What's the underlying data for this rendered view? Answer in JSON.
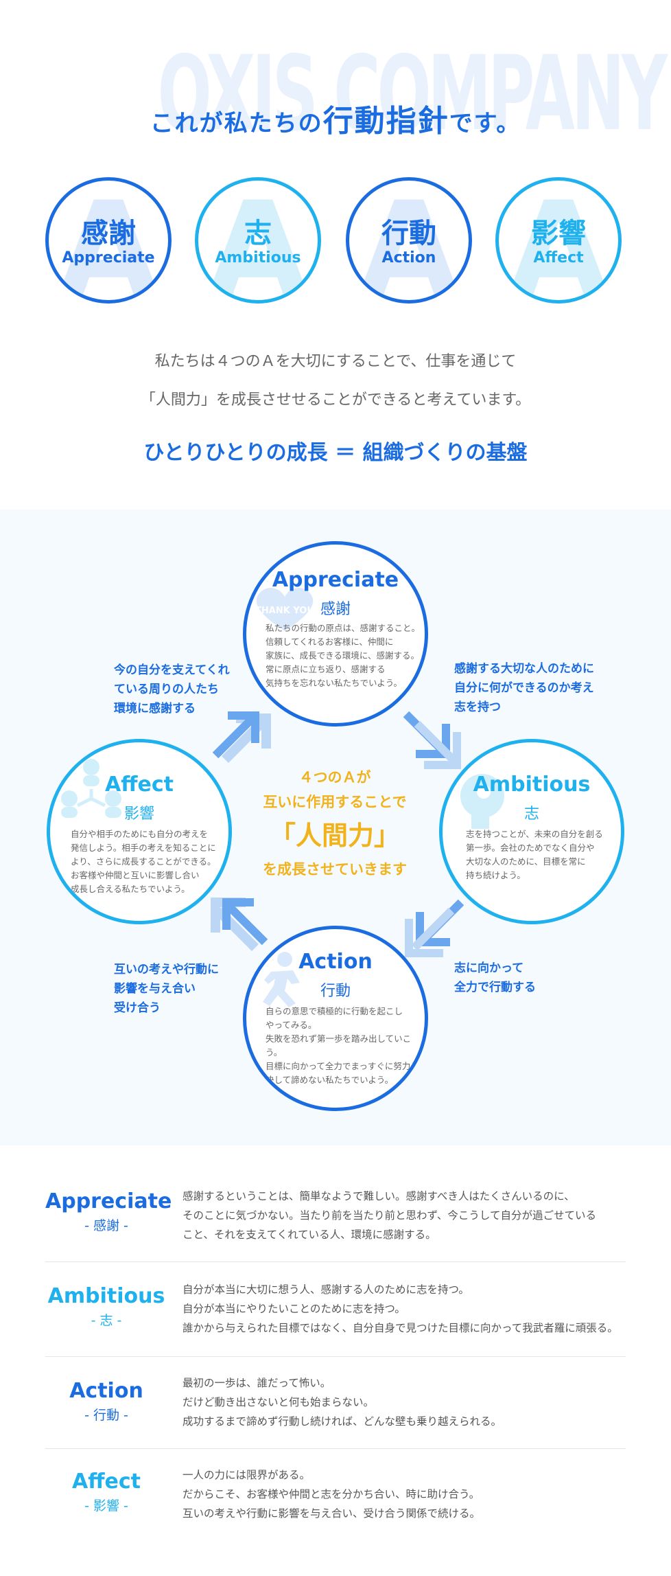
{
  "hero": {
    "bg_text": "OXIS COMPANY",
    "title_pre": "これが私たちの",
    "title_big": "行動指針",
    "title_post": "です。"
  },
  "circles": [
    {
      "ghost": "A",
      "kanji": "感謝",
      "eng": "Appreciate"
    },
    {
      "ghost": "A",
      "kanji": "志",
      "eng": "Ambitious"
    },
    {
      "ghost": "A",
      "kanji": "行動",
      "eng": "Action"
    },
    {
      "ghost": "A",
      "kanji": "影響",
      "eng": "Affect"
    }
  ],
  "intro": {
    "line1": "私たちは４つのＡを大切にすることで、仕事を通じて",
    "line2": "「人間力」を成長させせることができると考えています。",
    "motto": "ひとりひとりの成長 ＝ 組織づくりの基盤"
  },
  "cycle": {
    "appreciate": {
      "title": "Appreciate",
      "sub": "感謝",
      "icon_text": "THANK YOU",
      "body": "私たちの行動の原点は、感謝すること。\n信頼してくれるお客様に、仲間に\n家族に、成長できる環境に、感謝する。\n常に原点に立ち返り、感謝する\n気持ちを忘れない私たちでいよう。"
    },
    "ambitious": {
      "title": "Ambitious",
      "sub": "志",
      "body": "志を持つことが、未来の自分を創る\n第一歩。会社のためでなく自分や\n大切な人のために、目標を常に\n持ち続けよう。"
    },
    "action": {
      "title": "Action",
      "sub": "行動",
      "body": "自らの意思で積極的に行動を起こし\nやってみる。\n失敗を恐れず第一歩を踏み出していこう。\n目標に向かって全力でまっすぐに努力し\n決して諦めない私たちでいよう。"
    },
    "affect": {
      "title": "Affect",
      "sub": "影響",
      "body": "自分や相手のためにも自分の考えを\n発信しよう。相手の考えを知ることに\nより、さらに成長することができる。\nお客様や仲間と互いに影響し合い\n成長し合える私たちでいよう。"
    },
    "center": {
      "line1": "４つのＡが",
      "line2": "互いに作用することで",
      "line3": "「人間力」",
      "line4": "を成長させていきます"
    },
    "side_texts": {
      "top_left": "今の自分を支えてくれ\nている周りの人たち\n環境に感謝する",
      "top_right": "感謝する大切な人のために\n自分に何ができるのか考え\n志を持つ",
      "bottom_right": "志に向かって\n全力で行動する",
      "bottom_left": "互いの考えや行動に\n影響を与え合い\n受け合う"
    }
  },
  "details": [
    {
      "name": "Appreciate",
      "kanji": "- 感謝 -",
      "text": "感謝するということは、簡単なようで難しい。感謝すべき人はたくさんいるのに、\nそのことに気づかない。当たり前を当たり前と思わず、今こうして自分が過ごせている\nこと、それを支えてくれている人、環境に感謝する。"
    },
    {
      "name": "Ambitious",
      "kanji": "- 志 -",
      "text": "自分が本当に大切に想う人、感謝する人のために志を持つ。\n自分が本当にやりたいことのために志を持つ。\n誰かから与えられた目標ではなく、自分自身で見つけた目標に向かって我武者羅に頑張る。"
    },
    {
      "name": "Action",
      "kanji": "- 行動 -",
      "text": "最初の一歩は、誰だって怖い。\nだけど動き出さないと何も始まらない。\n成功するまで諦めず行動し続ければ、どんな壁も乗り越えられる。"
    },
    {
      "name": "Affect",
      "kanji": "- 影響 -",
      "text": "一人の力には限界がある。\nだからこそ、お客様や仲間と志を分かち合い、時に助け合う。\n互いの考えや行動に影響を与え合い、受け合う関係で続ける。"
    }
  ],
  "colors": {
    "primary_blue": "#1a6ce0",
    "light_blue": "#1fb0ee",
    "accent_yellow": "#f2b21b",
    "section_bg": "#f5fafe"
  }
}
